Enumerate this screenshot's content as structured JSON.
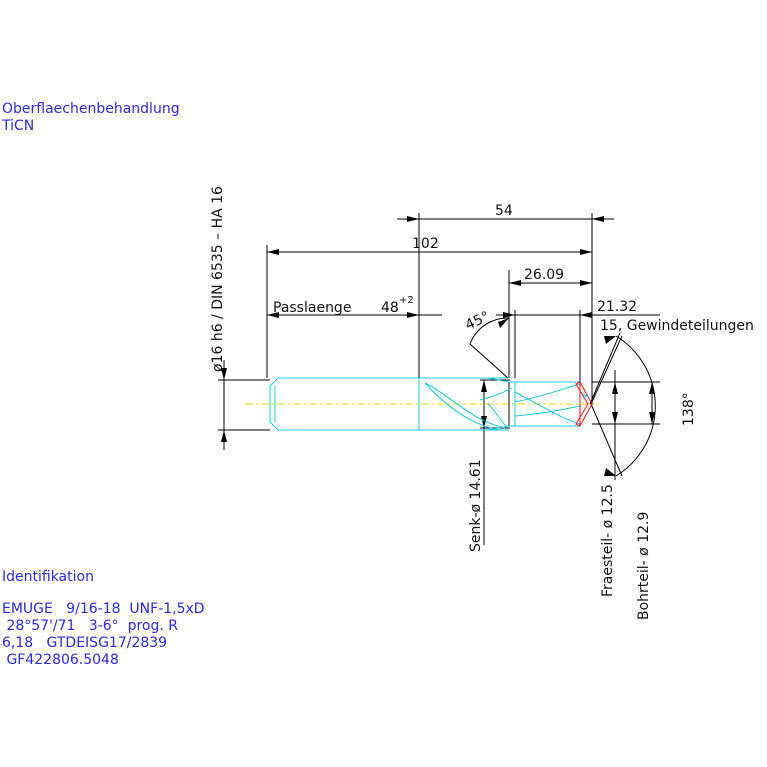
{
  "surface_treatment": {
    "heading": "Oberflaechenbehandlung",
    "value": "TiCN"
  },
  "shank_spec": "ø16 h6 / DIN 6535 – HA 16",
  "dimensions": {
    "overall_length": "102",
    "length_54": "54",
    "length_26_09": "26.09",
    "length_21_32": "21.32",
    "fit_length_label": "Passlaenge",
    "fit_length_value": "48",
    "fit_length_tolerance": "+2",
    "chamfer_angle": "45°",
    "point_angle": "138°",
    "thread_divisions": "15, Gewindeteilungen",
    "countersink_diameter": "Senk-ø 14.61",
    "milling_diameter": "Fraesteil- ø 12.5",
    "drill_diameter": "Bohrteil- ø 12.9"
  },
  "identification": {
    "heading": "Identifikation",
    "lines": [
      "EMUGE   9/16-18  UNF-1,5xD",
      " 28°57'/71   3-6°  prog. R",
      "6,18   GTDEISG17/2839",
      " GF422806.5048"
    ]
  },
  "colors": {
    "annotation_text": "#2a2ad8",
    "tool_outline": "#19c8dc",
    "center_line": "#e8d400",
    "cutting_edge": "#e21a1a",
    "dimension": "#000000"
  }
}
